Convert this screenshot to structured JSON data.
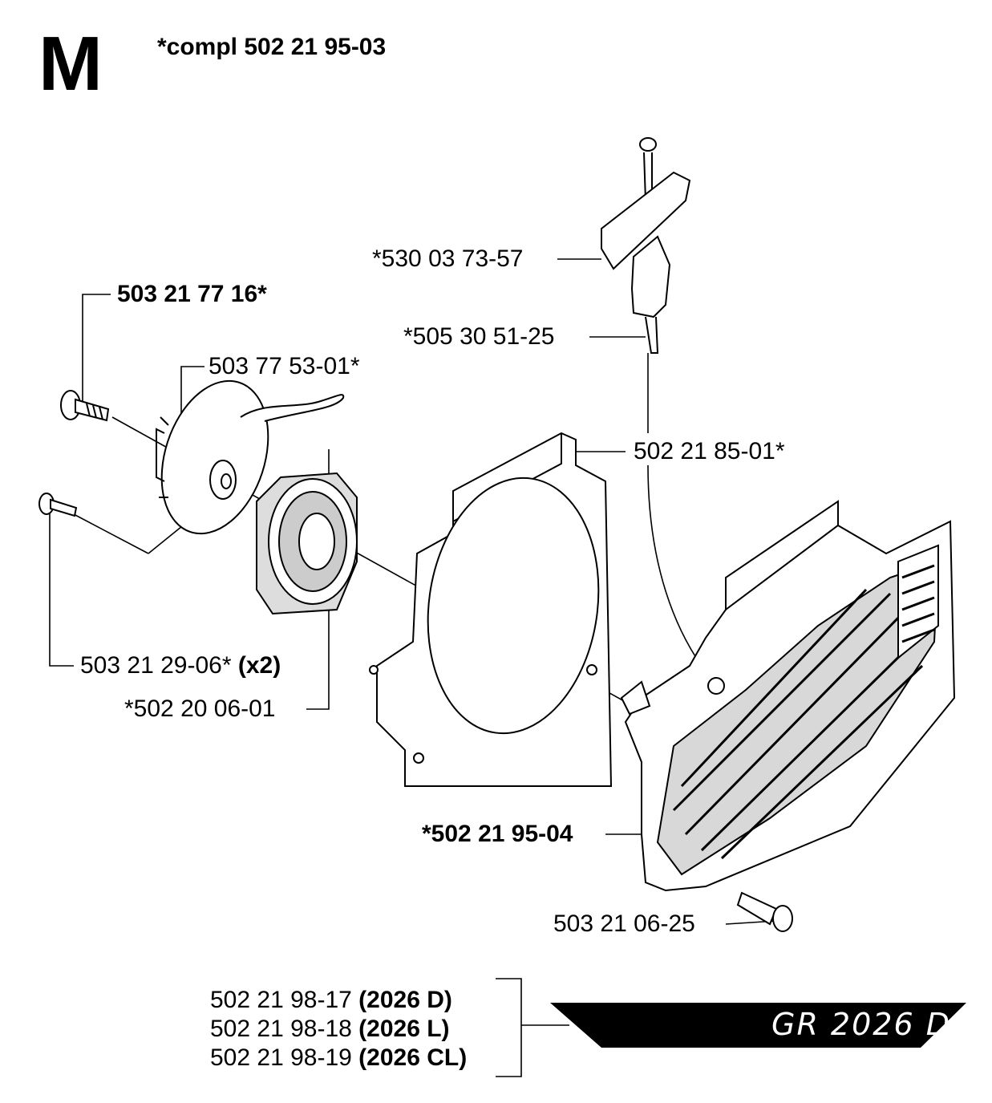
{
  "header": {
    "section_letter": "M",
    "assembly": "*compl 502 21 95-03"
  },
  "parts": [
    {
      "id": "bolt-large",
      "number": "503 21 77 16*"
    },
    {
      "id": "pulley",
      "number": "503 77 53-01*"
    },
    {
      "id": "screw-small",
      "number": "503 21 29-06*",
      "qty": "(x2)"
    },
    {
      "id": "spring-cassette",
      "number": "*502 20 06-01"
    },
    {
      "id": "handle",
      "number": "*530 03 73-57"
    },
    {
      "id": "rope",
      "number": "*505 30 51-25"
    },
    {
      "id": "fan-cover",
      "number": "502 21 85-01*"
    },
    {
      "id": "starter-housing",
      "number": "*502 21 95-04"
    },
    {
      "id": "screw-housing",
      "number": "503 21 06-25"
    }
  ],
  "models": [
    {
      "number": "502 21 98-17",
      "model": "(2026 D)"
    },
    {
      "number": "502 21 98-18",
      "model": "(2026 L)"
    },
    {
      "number": "502 21 98-19",
      "model": "(2026 CL)"
    }
  ],
  "banner": "GR 2026 D",
  "colors": {
    "ink": "#000000",
    "fill": "#ffffff",
    "shade": "#d8d8d8"
  }
}
